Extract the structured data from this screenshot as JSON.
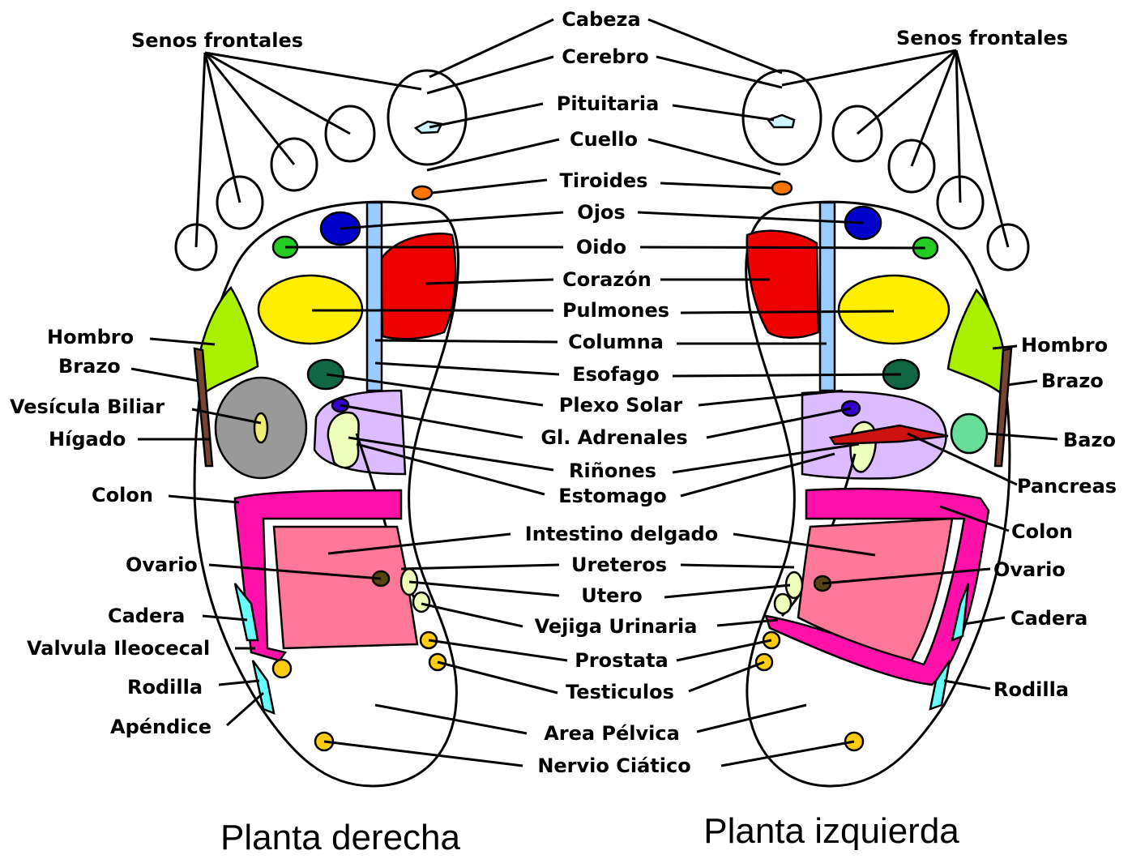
{
  "titles": {
    "right": "Planta derecha",
    "left": "Planta izquierda"
  },
  "center_labels": {
    "cabeza": "Cabeza",
    "cerebro": "Cerebro",
    "pituitaria": "Pituitaria",
    "cuello": "Cuello",
    "tiroides": "Tiroides",
    "ojos": "Ojos",
    "oido": "Oido",
    "corazon": "Corazón",
    "pulmones": "Pulmones",
    "columna": "Columna",
    "esofago": "Esofago",
    "plexo_solar": "Plexo Solar",
    "gl_adrenales": "Gl. Adrenales",
    "rinones": "Riñones",
    "estomago": "Estomago",
    "intestino_delgado": "Intestino delgado",
    "ureteros": "Ureteros",
    "utero": "Utero",
    "vejiga_urinaria": "Vejiga Urinaria",
    "prostata": "Prostata",
    "testiculos": "Testiculos",
    "area_pelvica": "Area Pélvica",
    "nervio_ciatico": "Nervio Ciático"
  },
  "right_side_labels": {
    "senos_frontales": "Senos frontales",
    "hombro": "Hombro",
    "brazo": "Brazo",
    "vesicula_biliar": "Vesícula Biliar",
    "higado": "Hígado",
    "colon": "Colon",
    "ovario": "Ovario",
    "cadera": "Cadera",
    "valvula_ileocecal": "Valvula Ileocecal",
    "rodilla": "Rodilla",
    "apendice": "Apéndice"
  },
  "left_side_labels": {
    "senos_frontales": "Senos frontales",
    "hombro": "Hombro",
    "brazo": "Brazo",
    "bazo": "Bazo",
    "pancreas": "Pancreas",
    "colon": "Colon",
    "ovario": "Ovario",
    "cadera": "Cadera",
    "rodilla": "Rodilla"
  },
  "colors": {
    "ojos": "#0000cc",
    "oido": "#22cc22",
    "corazon": "#ee0000",
    "pulmones": "#ffee00",
    "columna": "#99ccff",
    "esofago": "#116644",
    "tiroides": "#ff7700",
    "pituitaria": "#ccf5ff",
    "hombro": "#aaee00",
    "brazo": "#774433",
    "higado": "#999999",
    "vesicula": "#eeee77",
    "plexo": "#ddbbff",
    "rinones": "#eeffbb",
    "adrenales": "#3300cc",
    "colon": "#ff11aa",
    "intestino": "#ff7799",
    "ovario": "#554411",
    "cadera": "#66ffff",
    "reflex_points": "#ffcc11",
    "bazo": "#66dd99",
    "pancreas": "#cc1111"
  }
}
